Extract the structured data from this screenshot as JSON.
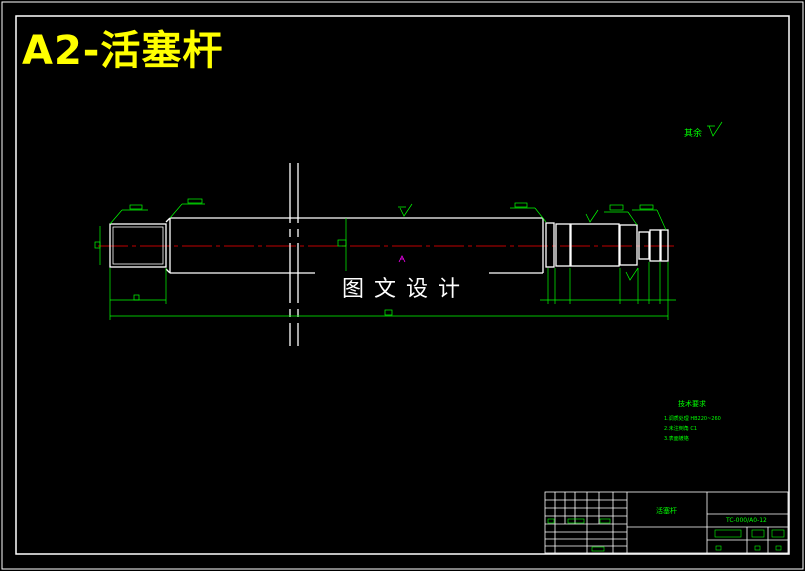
{
  "drawing": {
    "title": "A2-活塞杆",
    "watermark": "图文设计",
    "surface_note": "其余",
    "tech_requirements": {
      "heading": "技术要求",
      "lines": [
        "1.调质处理 HB220~260",
        "2.未注倒角 C1",
        "3.表面镀铬"
      ]
    },
    "title_block": {
      "part_name": "活塞杆",
      "drawing_code": "TC-000/A0-12"
    }
  },
  "colors": {
    "outline": "#ffffff",
    "dimension": "#00ff00",
    "centerline": "#ff0000",
    "title": "#ffff00",
    "accent": "#ff00ff"
  }
}
